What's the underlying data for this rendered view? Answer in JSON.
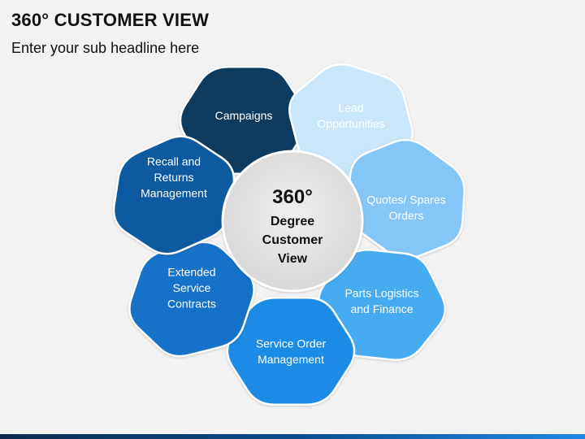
{
  "title": "360° CUSTOMER VIEW",
  "subtitle": "Enter your sub headline here",
  "center": {
    "line1": "360°",
    "line2": "Degree",
    "line3": "Customer",
    "line4": "View"
  },
  "petals": [
    {
      "id": "campaigns",
      "lines": [
        "Campaigns"
      ],
      "color": "#0d3a5f",
      "text_color": "#ffffff"
    },
    {
      "id": "lead",
      "lines": [
        "Lead",
        "Opportunities"
      ],
      "color": "#c9e6fb",
      "text_color": "#1a1a1a"
    },
    {
      "id": "quotes",
      "lines": [
        "Quotes/ Spares",
        "Orders"
      ],
      "color": "#84c6f7",
      "text_color": "#1a1a1a"
    },
    {
      "id": "parts",
      "lines": [
        "Parts Logistics",
        "and Finance"
      ],
      "color": "#46abf2",
      "text_color": "#ffffff"
    },
    {
      "id": "service",
      "lines": [
        "Service Order",
        "Management"
      ],
      "color": "#1f8be6",
      "text_color": "#ffffff"
    },
    {
      "id": "extended",
      "lines": [
        "Extended",
        "Service",
        "Contracts"
      ],
      "color": "#1372c8",
      "text_color": "#ffffff"
    },
    {
      "id": "recall",
      "lines": [
        "Recall and",
        "Returns",
        "Management"
      ],
      "color": "#0d5aa0",
      "text_color": "#ffffff"
    }
  ]
}
